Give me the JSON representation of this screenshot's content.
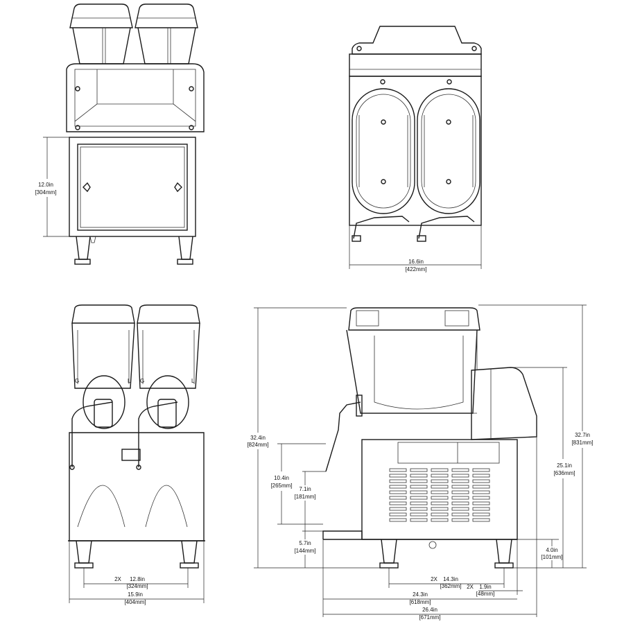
{
  "views": {
    "back": {
      "height": {
        "in": "12.0in",
        "mm": "[304mm]"
      }
    },
    "top": {
      "width": {
        "in": "16.6in",
        "mm": "[422mm]"
      }
    },
    "front": {
      "feet_spacing": {
        "prefix": "2X",
        "in": "12.8in",
        "mm": "[324mm]"
      },
      "overall_width": {
        "in": "15.9in",
        "mm": "[404mm]"
      }
    },
    "side": {
      "overall_height": {
        "in": "32.4in",
        "mm": "[824mm]"
      },
      "dispense_height": {
        "in": "10.4in",
        "mm": "[265mm]"
      },
      "nozzle_to_tray": {
        "in": "7.1in",
        "mm": "[181mm]"
      },
      "tray_height": {
        "in": "5.7in",
        "mm": "[144mm]"
      },
      "foot_height": {
        "in": "4.0in",
        "mm": "[101mm]"
      },
      "total_height": {
        "in": "32.7in",
        "mm": "[831mm]"
      },
      "body_height": {
        "in": "25.1in",
        "mm": "[636mm]"
      },
      "feet_spacing": {
        "prefix": "2X",
        "in": "14.3in",
        "mm": "[362mm]"
      },
      "rear_offset": {
        "prefix": "2X",
        "in": "1.9in",
        "mm": "[48mm]"
      },
      "depth": {
        "in": "24.3in",
        "mm": "[618mm]"
      },
      "overall_depth": {
        "in": "26.4in",
        "mm": "[671mm]"
      }
    }
  },
  "bowl_marks": {
    "g": "G",
    "l": "L"
  }
}
